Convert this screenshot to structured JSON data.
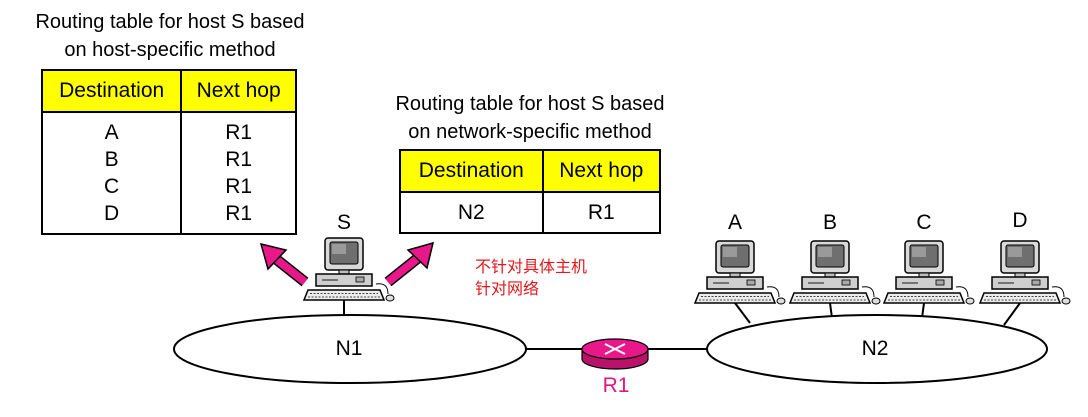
{
  "host_specific": {
    "caption_line1": "Routing table for host S based",
    "caption_line2": "on host-specific method",
    "header_destination": "Destination",
    "header_next_hop": "Next hop",
    "rows": [
      {
        "destination": "A",
        "next_hop": "R1"
      },
      {
        "destination": "B",
        "next_hop": "R1"
      },
      {
        "destination": "C",
        "next_hop": "R1"
      },
      {
        "destination": "D",
        "next_hop": "R1"
      }
    ]
  },
  "network_specific": {
    "caption_line1": "Routing table for host S based",
    "caption_line2": "on network-specific method",
    "header_destination": "Destination",
    "header_next_hop": "Next hop",
    "rows": [
      {
        "destination": "N2",
        "next_hop": "R1"
      }
    ]
  },
  "hosts": {
    "s": "S",
    "a": "A",
    "b": "B",
    "c": "C",
    "d": "D"
  },
  "networks": {
    "n1": "N1",
    "n2": "N2"
  },
  "router": {
    "label": "R1"
  },
  "note": {
    "line1": "不针对具体主机",
    "line2": "针对网络"
  },
  "colors": {
    "header_fill": "#ffff00",
    "arrow": "#e8178a",
    "router": "#e8178a",
    "router_label": "#e0177f",
    "note": "#e0181b"
  }
}
